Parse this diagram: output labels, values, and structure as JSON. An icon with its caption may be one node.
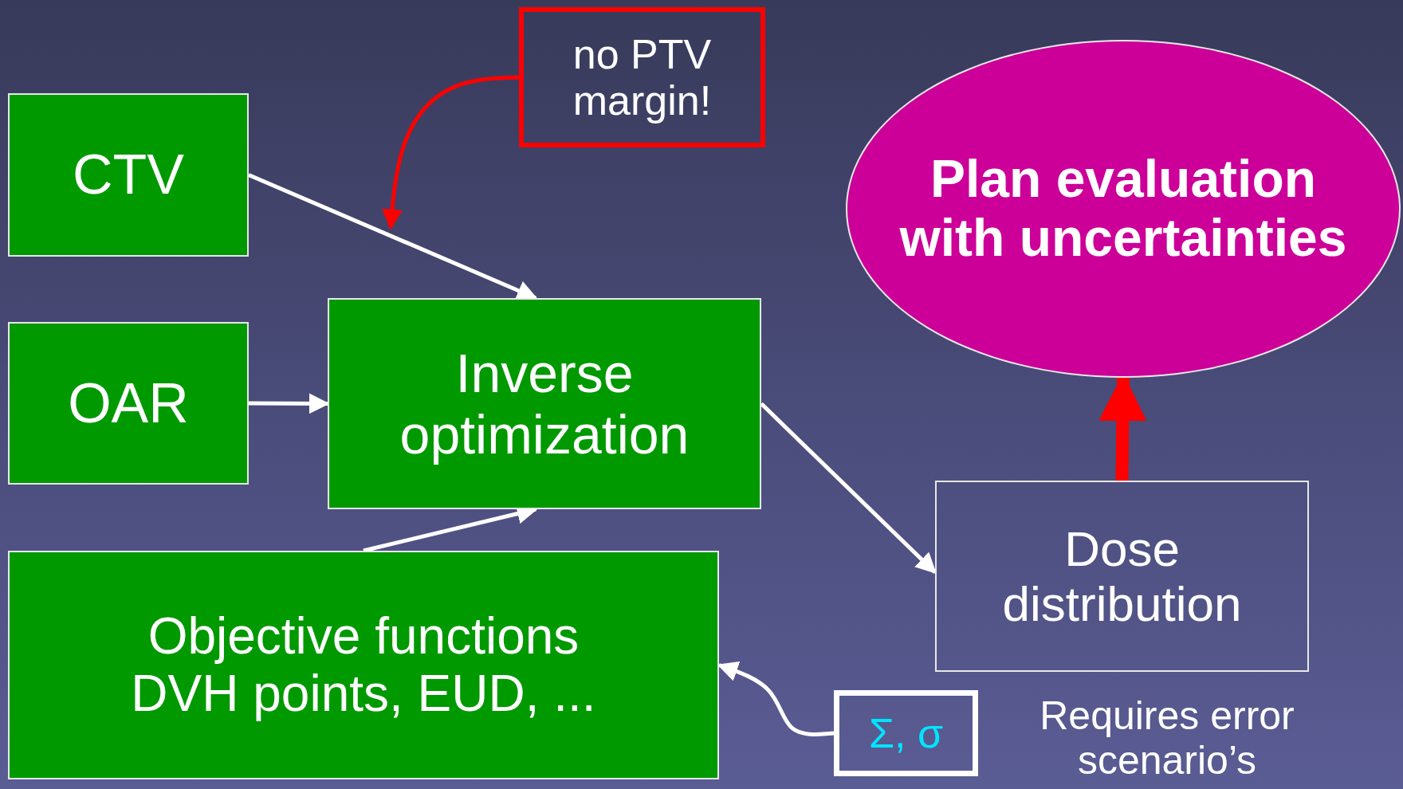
{
  "diagram": {
    "nodes": [
      {
        "text": [
          "CTV"
        ]
      },
      {
        "text": [
          "OAR"
        ]
      },
      {
        "text": [
          "Inverse optimization"
        ]
      },
      {
        "text": [
          "Objective functions",
          "DVH points, EUD, ..."
        ]
      },
      {
        "text": [
          "no PTV margin!"
        ]
      },
      {
        "text": [
          "Plan evaluation with uncertainties"
        ]
      },
      {
        "text": [
          "Dose distribution"
        ]
      },
      {
        "text": [
          "Σ, σ"
        ]
      }
    ],
    "labels": [
      "Requires error scenario’s"
    ],
    "edges": [
      {
        "from": 0,
        "to": 2,
        "arrow": "to"
      },
      {
        "from": 1,
        "to": 2,
        "arrow": "to"
      },
      {
        "from": 3,
        "to": 2,
        "arrow": "to"
      },
      {
        "from": 2,
        "to": 6,
        "arrow": "to"
      },
      {
        "from": 6,
        "to": 5,
        "arrow": "to",
        "style": "thick",
        "color": "#ff0000"
      },
      {
        "from": 4,
        "to": null,
        "arrow": "to",
        "color": "#ff0000"
      },
      {
        "from": 7,
        "to": 3,
        "arrow": "to"
      }
    ]
  }
}
